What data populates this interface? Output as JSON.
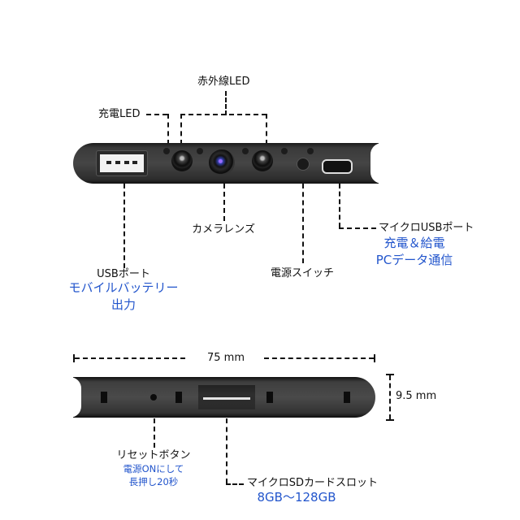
{
  "top_view": {
    "labels": {
      "charge_led": "充電LED",
      "infrared_led": "赤外線LED",
      "camera_lens": "カメラレンズ",
      "power_switch": "電源スイッチ",
      "micro_usb_port": "マイクロUSBポート",
      "micro_usb_desc_line1": "充電＆給電",
      "micro_usb_desc_line2": "PCデータ通信",
      "usb_port": "USBポート",
      "usb_desc_line1": "モバイルバッテリー",
      "usb_desc_line2": "出力"
    }
  },
  "bottom_view": {
    "labels": {
      "width_dimension": "75 mm",
      "height_dimension": "9.5 mm",
      "reset_button": "リセットボタン",
      "reset_desc_line1": "電源ONにして",
      "reset_desc_line2": "長押し20秒",
      "sd_slot": "マイクロSDカードスロット",
      "sd_capacity": "8GB～128GB"
    }
  },
  "colors": {
    "accent_blue": "#2255cc",
    "device_body": "#454545"
  }
}
